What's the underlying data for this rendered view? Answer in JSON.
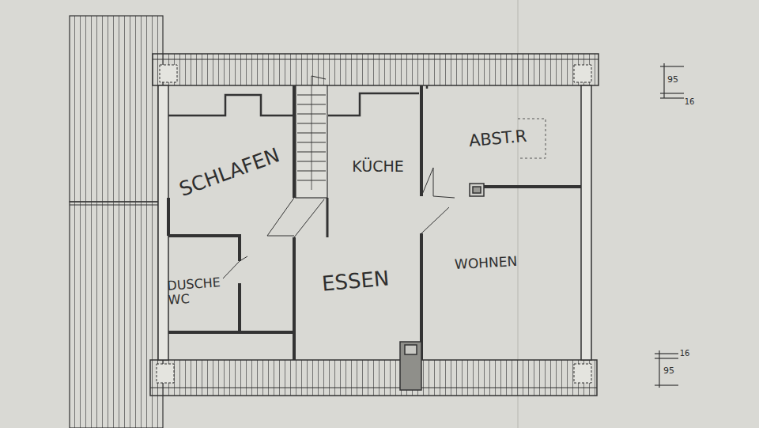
{
  "diagram": {
    "labels": [
      "SCHLAFEN",
      "KÜCHE",
      "ABST.R",
      "DUSCHE WC",
      "ESSEN",
      "WOHNEN",
      "95",
      "16",
      "16",
      "95"
    ]
  }
}
